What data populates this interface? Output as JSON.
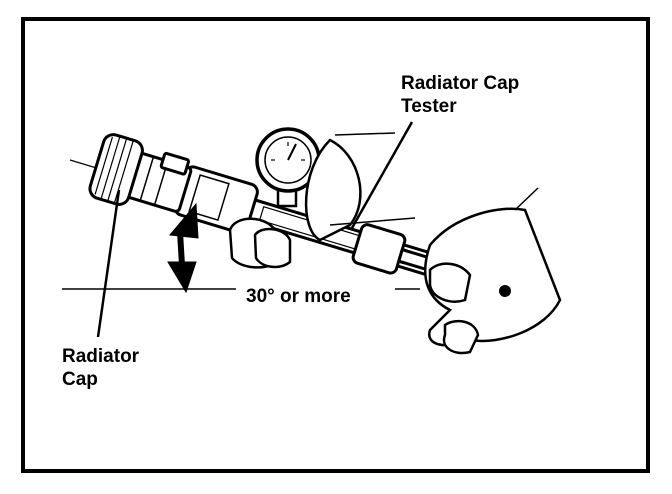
{
  "labels": {
    "tester": [
      "Radiator Cap",
      "Tester"
    ],
    "angle": "30° or more",
    "cap": [
      "Radiator",
      "Cap"
    ]
  },
  "colors": {
    "ink": "#000000",
    "paper": "#ffffff"
  }
}
